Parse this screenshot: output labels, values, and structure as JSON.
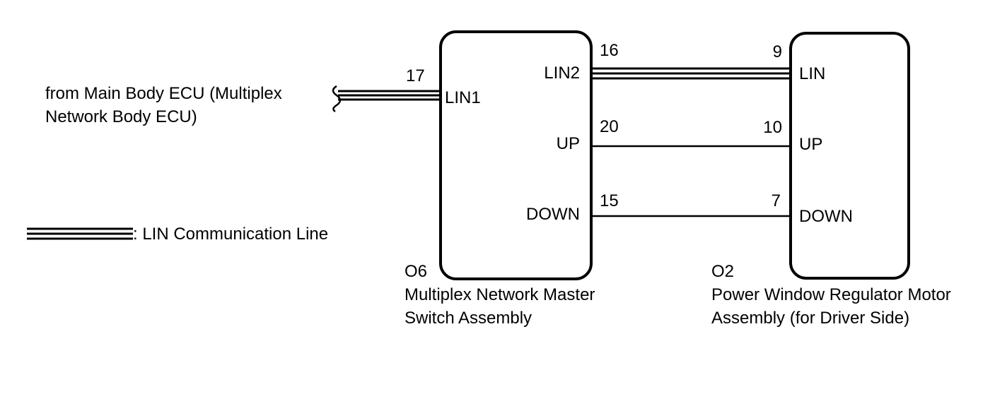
{
  "source": {
    "label_line1": "from Main Body ECU (Multiplex",
    "label_line2": "Network Body ECU)"
  },
  "legend": {
    "label": ": LIN Communication Line"
  },
  "master_switch": {
    "code": "O6",
    "name_line1": "Multiplex Network Master",
    "name_line2": "Switch Assembly",
    "pins": {
      "lin1": {
        "number": "17",
        "name": "LIN1"
      },
      "lin2": {
        "number": "16",
        "name": "LIN2"
      },
      "up": {
        "number": "20",
        "name": "UP"
      },
      "down": {
        "number": "15",
        "name": "DOWN"
      }
    }
  },
  "window_motor": {
    "code": "O2",
    "name_line1": "Power Window Regulator Motor",
    "name_line2": "Assembly (for Driver Side)",
    "pins": {
      "lin": {
        "number": "9",
        "name": "LIN"
      },
      "up": {
        "number": "10",
        "name": "UP"
      },
      "down": {
        "number": "7",
        "name": "DOWN"
      }
    }
  }
}
